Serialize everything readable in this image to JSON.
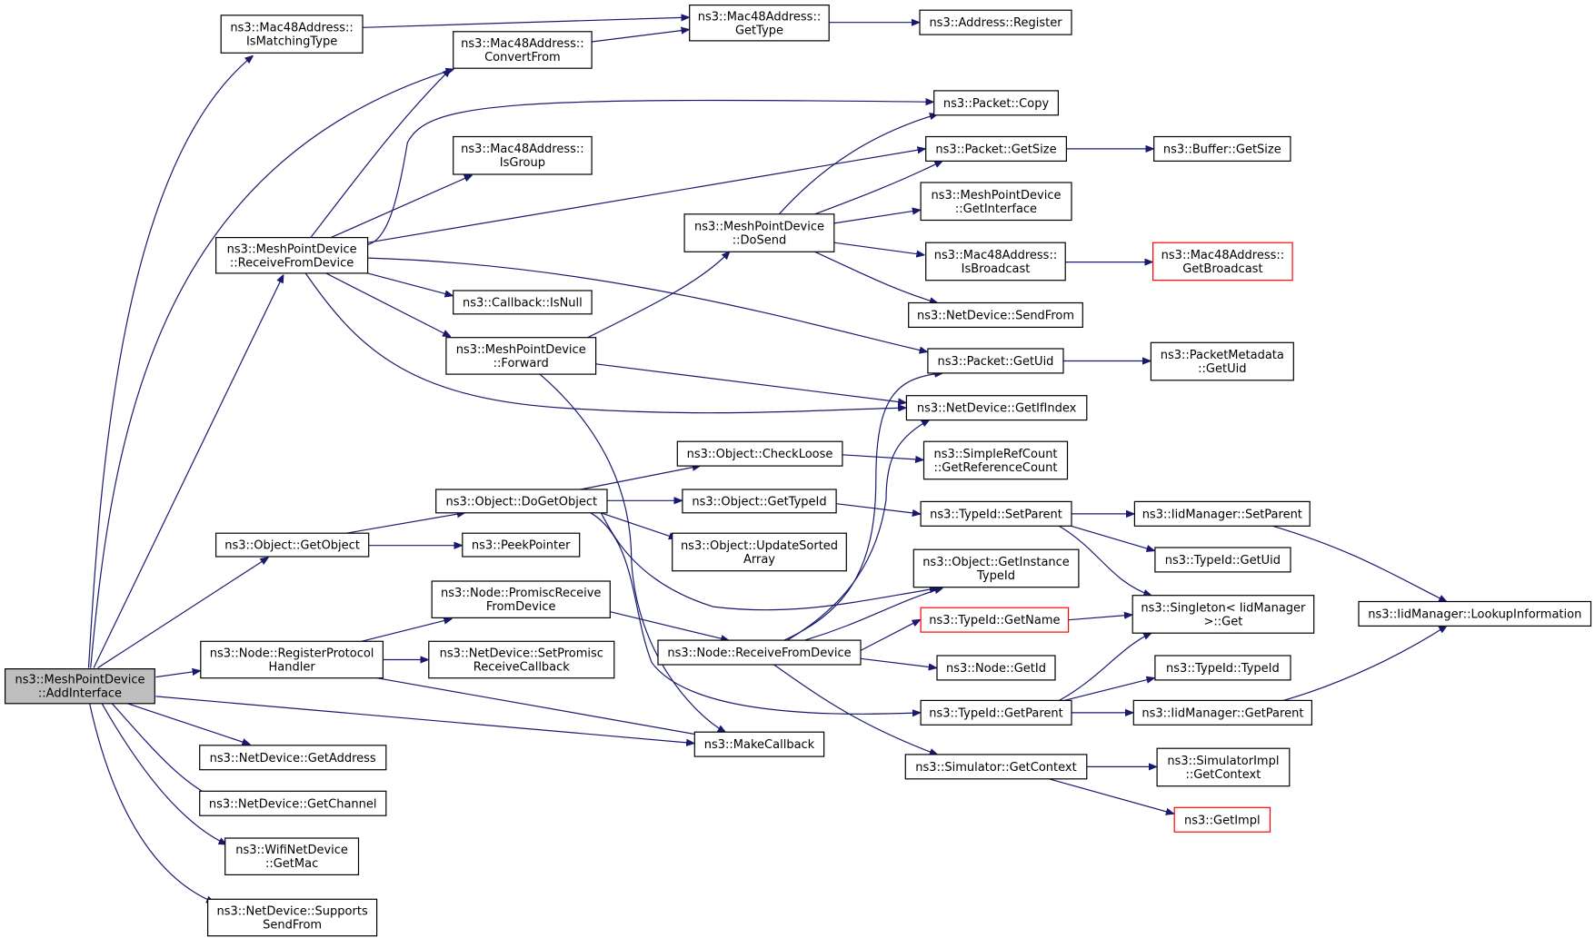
{
  "graph": {
    "edge_color": "#191970",
    "root_fill": "#bfbfbf",
    "highlight_border": "#ff0000",
    "nodes": [
      {
        "id": "root",
        "lines": [
          "ns3::MeshPointDevice",
          "::AddInterface"
        ],
        "root": true
      },
      {
        "id": "isMatchingType",
        "lines": [
          "ns3::Mac48Address::",
          "IsMatchingType"
        ]
      },
      {
        "id": "convertFrom",
        "lines": [
          "ns3::Mac48Address::",
          "ConvertFrom"
        ]
      },
      {
        "id": "getType",
        "lines": [
          "ns3::Mac48Address::",
          "GetType"
        ]
      },
      {
        "id": "addrRegister",
        "lines": [
          "ns3::Address::Register"
        ]
      },
      {
        "id": "packetCopy",
        "lines": [
          "ns3::Packet::Copy"
        ]
      },
      {
        "id": "isGroup",
        "lines": [
          "ns3::Mac48Address::",
          "IsGroup"
        ]
      },
      {
        "id": "packetGetSize",
        "lines": [
          "ns3::Packet::GetSize"
        ]
      },
      {
        "id": "bufferGetSize",
        "lines": [
          "ns3::Buffer::GetSize"
        ]
      },
      {
        "id": "mpdGetInterface",
        "lines": [
          "ns3::MeshPointDevice",
          "::GetInterface"
        ]
      },
      {
        "id": "doSend",
        "lines": [
          "ns3::MeshPointDevice",
          "::DoSend"
        ]
      },
      {
        "id": "receiveFromDevice",
        "lines": [
          "ns3::MeshPointDevice",
          "::ReceiveFromDevice"
        ]
      },
      {
        "id": "isBroadcast",
        "lines": [
          "ns3::Mac48Address::",
          "IsBroadcast"
        ]
      },
      {
        "id": "getBroadcast",
        "lines": [
          "ns3::Mac48Address::",
          "GetBroadcast"
        ],
        "red": true
      },
      {
        "id": "callbackIsNull",
        "lines": [
          "ns3::Callback::IsNull"
        ]
      },
      {
        "id": "sendFrom",
        "lines": [
          "ns3::NetDevice::SendFrom"
        ]
      },
      {
        "id": "forward",
        "lines": [
          "ns3::MeshPointDevice",
          "::Forward"
        ]
      },
      {
        "id": "packetGetUid",
        "lines": [
          "ns3::Packet::GetUid"
        ]
      },
      {
        "id": "metaGetUid",
        "lines": [
          "ns3::PacketMetadata",
          "::GetUid"
        ]
      },
      {
        "id": "getIfIndex",
        "lines": [
          "ns3::NetDevice::GetIfIndex"
        ]
      },
      {
        "id": "checkLoose",
        "lines": [
          "ns3::Object::CheckLoose"
        ]
      },
      {
        "id": "getRefCount",
        "lines": [
          "ns3::SimpleRefCount",
          "::GetReferenceCount"
        ]
      },
      {
        "id": "doGetObject",
        "lines": [
          "ns3::Object::DoGetObject"
        ]
      },
      {
        "id": "objGetTypeId",
        "lines": [
          "ns3::Object::GetTypeId"
        ]
      },
      {
        "id": "typeIdSetParent",
        "lines": [
          "ns3::TypeId::SetParent"
        ]
      },
      {
        "id": "iidSetParent",
        "lines": [
          "ns3::IidManager::SetParent"
        ]
      },
      {
        "id": "getObject",
        "lines": [
          "ns3::Object::GetObject"
        ]
      },
      {
        "id": "peekPointer",
        "lines": [
          "ns3::PeekPointer"
        ]
      },
      {
        "id": "updateSortedArray",
        "lines": [
          "ns3::Object::UpdateSorted",
          "Array"
        ]
      },
      {
        "id": "typeIdGetUid",
        "lines": [
          "ns3::TypeId::GetUid"
        ]
      },
      {
        "id": "getInstanceTypeId",
        "lines": [
          "ns3::Object::GetInstance",
          "TypeId"
        ]
      },
      {
        "id": "promiscReceive",
        "lines": [
          "ns3::Node::PromiscReceive",
          "FromDevice"
        ]
      },
      {
        "id": "typeIdGetName",
        "lines": [
          "ns3::TypeId::GetName"
        ],
        "red": true
      },
      {
        "id": "singletonGet",
        "lines": [
          "ns3::Singleton< IidManager",
          ">::Get"
        ]
      },
      {
        "id": "lookupInfo",
        "lines": [
          "ns3::IidManager::LookupInformation"
        ]
      },
      {
        "id": "registerProtocol",
        "lines": [
          "ns3::Node::RegisterProtocol",
          "Handler"
        ]
      },
      {
        "id": "setPromiscCb",
        "lines": [
          "ns3::NetDevice::SetPromisc",
          "ReceiveCallback"
        ]
      },
      {
        "id": "nodeReceive",
        "lines": [
          "ns3::Node::ReceiveFromDevice"
        ]
      },
      {
        "id": "nodeGetId",
        "lines": [
          "ns3::Node::GetId"
        ]
      },
      {
        "id": "typeIdCtor",
        "lines": [
          "ns3::TypeId::TypeId"
        ]
      },
      {
        "id": "typeIdGetParent",
        "lines": [
          "ns3::TypeId::GetParent"
        ]
      },
      {
        "id": "iidGetParent",
        "lines": [
          "ns3::IidManager::GetParent"
        ]
      },
      {
        "id": "makeCallback",
        "lines": [
          "ns3::MakeCallback"
        ]
      },
      {
        "id": "getAddress",
        "lines": [
          "ns3::NetDevice::GetAddress"
        ]
      },
      {
        "id": "simGetContext",
        "lines": [
          "ns3::Simulator::GetContext"
        ]
      },
      {
        "id": "simImplGetContext",
        "lines": [
          "ns3::SimulatorImpl",
          "::GetContext"
        ]
      },
      {
        "id": "getChannel",
        "lines": [
          "ns3::NetDevice::GetChannel"
        ]
      },
      {
        "id": "getImpl",
        "lines": [
          "ns3::GetImpl"
        ],
        "red": true
      },
      {
        "id": "wifiGetMac",
        "lines": [
          "ns3::WifiNetDevice",
          "::GetMac"
        ]
      },
      {
        "id": "supportsSendFrom",
        "lines": [
          "ns3::NetDevice::Supports",
          "SendFrom"
        ]
      }
    ]
  }
}
